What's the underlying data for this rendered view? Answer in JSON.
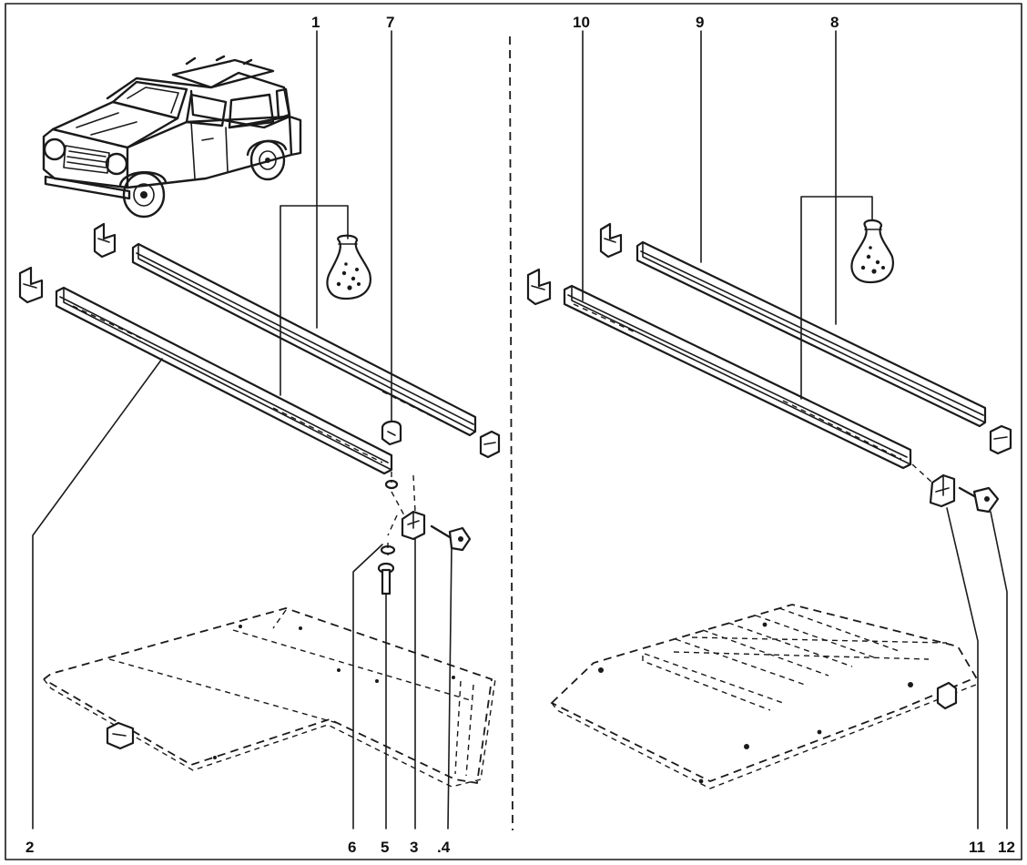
{
  "diagram": {
    "part_numbers": {
      "p1": "1",
      "p2": "2",
      "p3": "3",
      "p4": ".4",
      "p5": "5",
      "p6": "6",
      "p7": "7",
      "p8": "8",
      "p9": "9",
      "p10": "10",
      "p11": "11",
      "p12": "12"
    },
    "colors": {
      "ink": "#1a1a1a",
      "background": "#ffffff"
    },
    "icons": [
      "vehicle-illustration",
      "hardware-bag-icon",
      "mounting-bracket-icon",
      "knob-screw-icon",
      "bolt-icon",
      "washer-icon",
      "rivet-cap-icon"
    ]
  }
}
